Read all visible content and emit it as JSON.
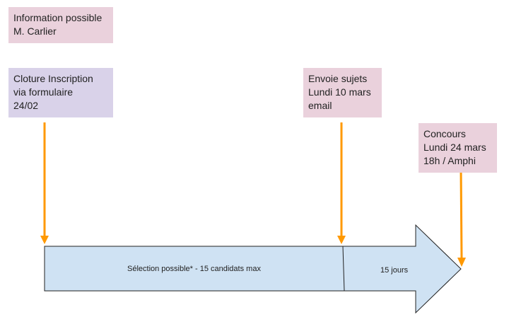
{
  "notes": {
    "information": {
      "lines": [
        "Information possible",
        "M. Carlier"
      ],
      "fill": "#ead1dc"
    },
    "cloture": {
      "lines": [
        "Cloture Inscription",
        "via formulaire",
        "24/02"
      ],
      "fill": "#d9d2e9"
    },
    "envoi": {
      "lines": [
        "Envoie sujets",
        "Lundi 10 mars",
        "email"
      ],
      "fill": "#ead1dc"
    },
    "concours": {
      "lines": [
        "Concours",
        "Lundi 24 mars",
        "18h / Amphi"
      ],
      "fill": "#ead1dc"
    }
  },
  "timeline": {
    "segment_selection_label": "Sélection possible* - 15 candidats max",
    "segment_final_label": "15 jours",
    "fill": "#cfe2f3",
    "stroke": "#222222"
  },
  "pointers": {
    "color": "#ff9900",
    "items": [
      "cloture-pointer",
      "envoi-pointer",
      "concours-pointer"
    ]
  }
}
